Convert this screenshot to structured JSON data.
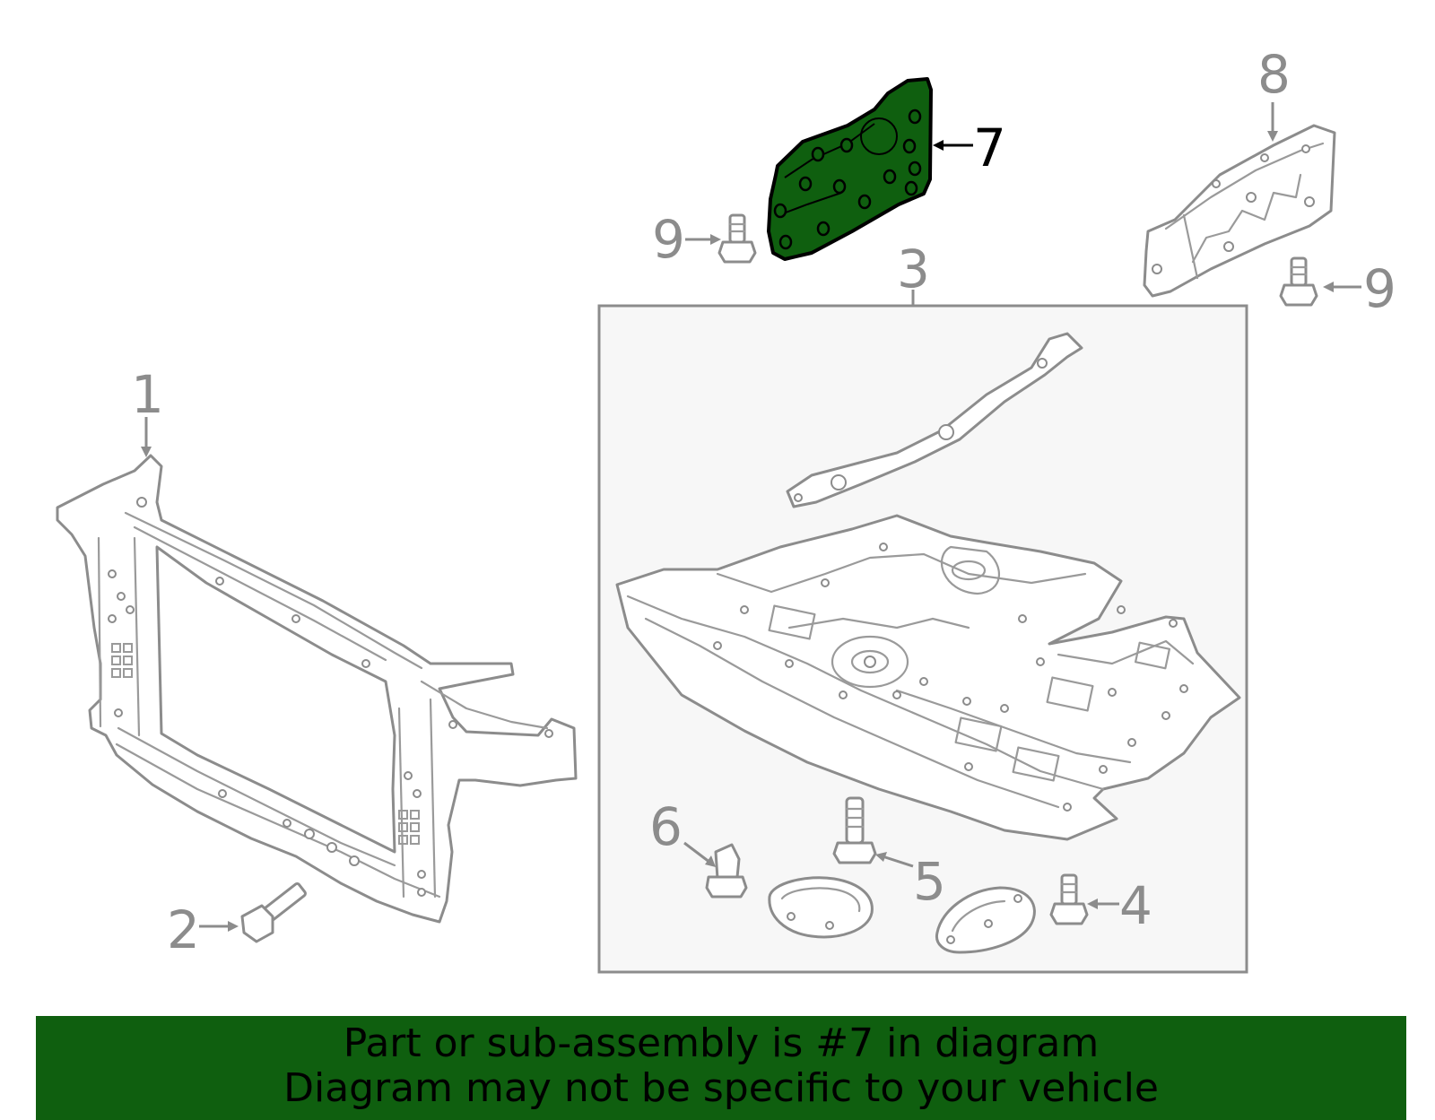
{
  "diagram": {
    "highlight_color": "#0f5f0f",
    "callouts": [
      {
        "id": "1",
        "label": "1"
      },
      {
        "id": "2",
        "label": "2"
      },
      {
        "id": "3",
        "label": "3"
      },
      {
        "id": "4",
        "label": "4"
      },
      {
        "id": "5",
        "label": "5"
      },
      {
        "id": "6",
        "label": "6"
      },
      {
        "id": "7",
        "label": "7",
        "highlighted": true
      },
      {
        "id": "8",
        "label": "8"
      },
      {
        "id": "9a",
        "label": "9"
      },
      {
        "id": "9b",
        "label": "9"
      }
    ]
  },
  "banner": {
    "line1": "Part or sub-assembly is #7 in diagram",
    "line2": "Diagram may not be specific to your vehicle",
    "background": "#0f5f0f"
  }
}
